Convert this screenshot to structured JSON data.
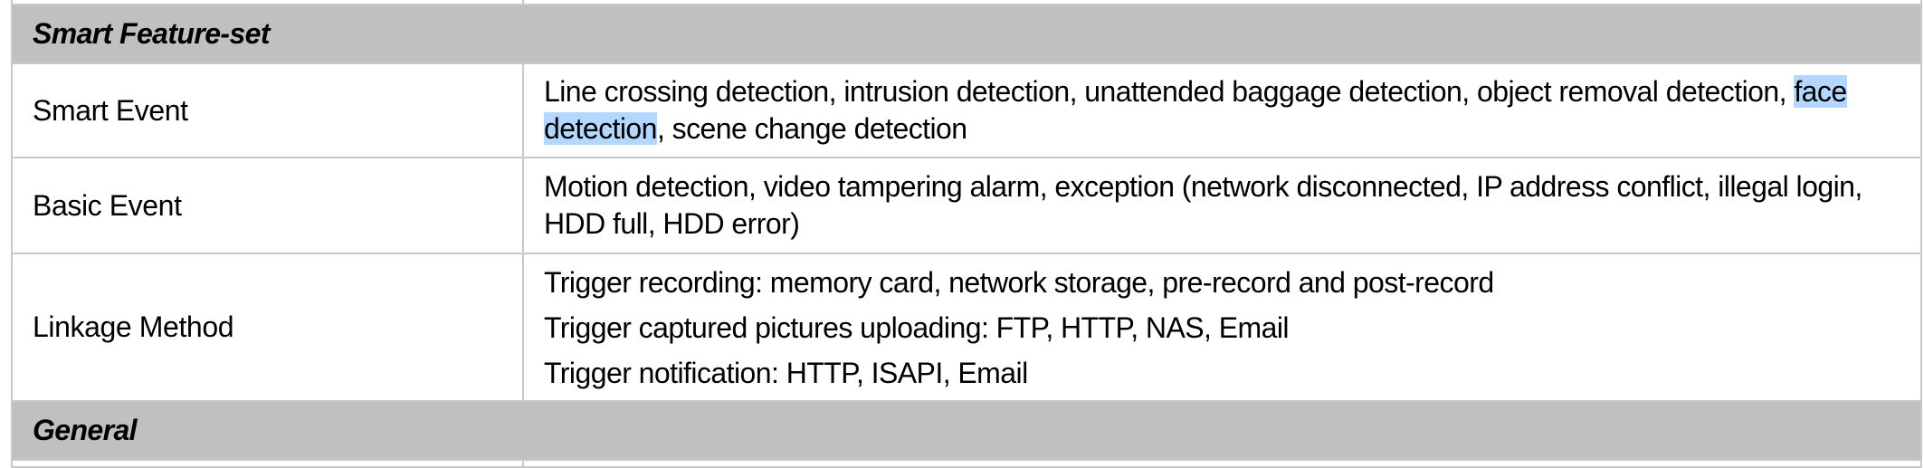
{
  "table": {
    "sections": [
      {
        "title": "Smart Feature-set",
        "rows": [
          {
            "label": "Smart Event",
            "value_parts": {
              "before": "Line crossing detection, intrusion detection, unattended baggage detection, object removal detection, ",
              "highlighted": "face detection",
              "after": ", scene change detection"
            }
          },
          {
            "label": "Basic Event",
            "value": "Motion detection, video tampering alarm, exception (network disconnected, IP address conflict, illegal login, HDD full, HDD error)"
          },
          {
            "label": "Linkage Method",
            "lines": [
              "Trigger recording: memory card, network storage, pre-record and post-record",
              "Trigger captured pictures uploading: FTP, HTTP, NAS, Email",
              "Trigger notification: HTTP, ISAPI, Email"
            ]
          }
        ]
      },
      {
        "title": "General",
        "rows": []
      }
    ],
    "selection_color": "#b4d7ff",
    "header_bg": "#c0c0c0",
    "border_color": "#c8c8c8"
  }
}
